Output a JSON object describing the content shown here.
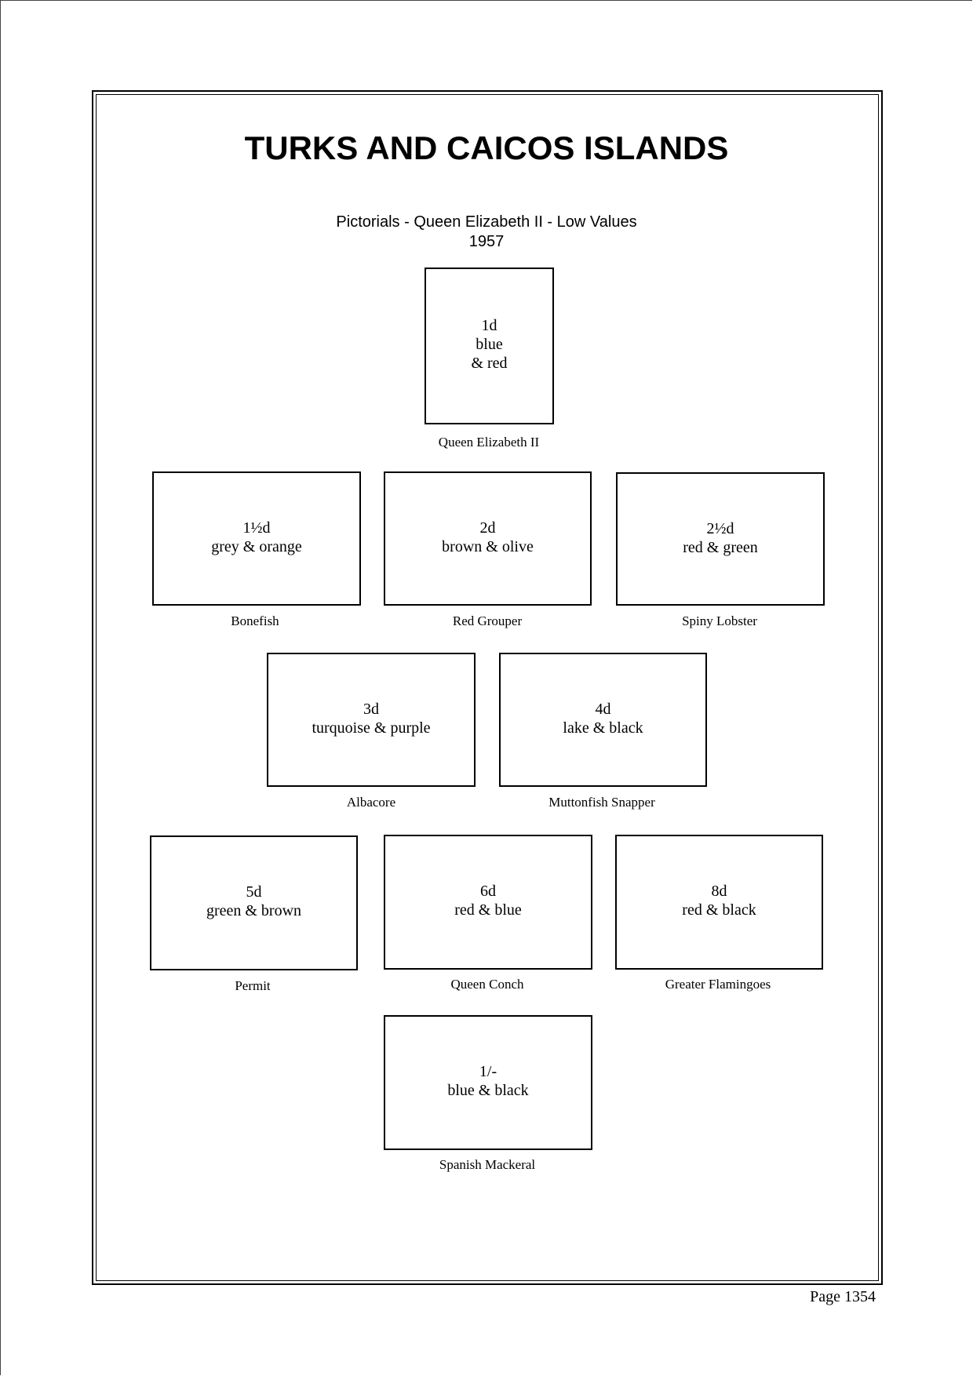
{
  "page": {
    "title": "TURKS AND CAICOS ISLANDS",
    "subtitle_line1": "Pictorials - Queen Elizabeth II - Low Values",
    "subtitle_line2": "1957",
    "page_number": "Page 1354"
  },
  "stamps": [
    {
      "value": "1d",
      "color": "blue & red",
      "color_line1": "blue",
      "color_line2": "& red",
      "caption": "Queen Elizabeth II"
    },
    {
      "value": "1½d",
      "color": "grey & orange",
      "caption": "Bonefish"
    },
    {
      "value": "2d",
      "color": "brown & olive",
      "caption": "Red Grouper"
    },
    {
      "value": "2½d",
      "color": "red & green",
      "caption": "Spiny Lobster"
    },
    {
      "value": "3d",
      "color": "turquoise & purple",
      "caption": "Albacore"
    },
    {
      "value": "4d",
      "color": "lake & black",
      "caption": "Muttonfish Snapper"
    },
    {
      "value": "5d",
      "color": "green & brown",
      "caption": "Permit"
    },
    {
      "value": "6d",
      "color": "red & blue",
      "caption": "Queen Conch"
    },
    {
      "value": "8d",
      "color": "red & black",
      "caption": "Greater Flamingoes"
    },
    {
      "value": "1/-",
      "color": "blue & black",
      "caption": "Spanish Mackeral"
    }
  ]
}
